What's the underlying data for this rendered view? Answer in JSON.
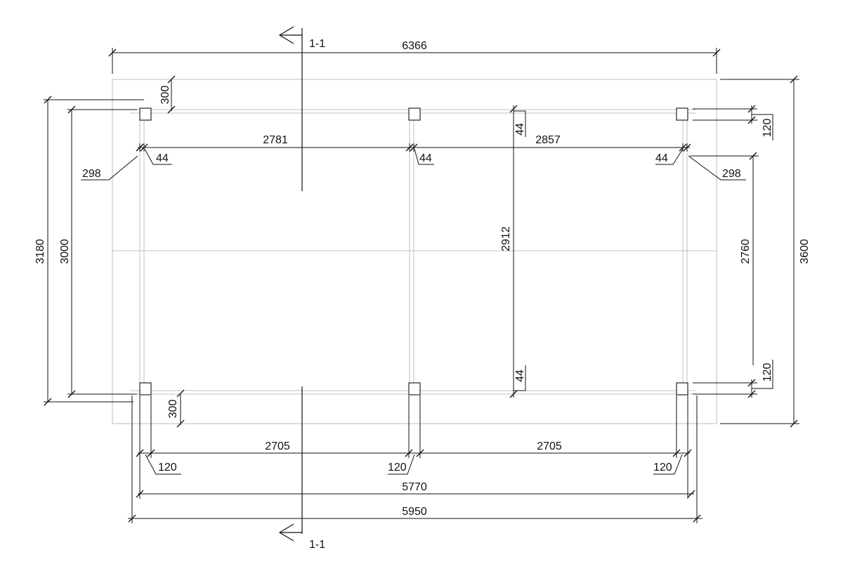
{
  "section": {
    "top_label": "1-1",
    "bottom_label": "1-1"
  },
  "dims": {
    "overall_width": "6366",
    "overall_height": "3600",
    "left_outer": "3180",
    "left_inner": "3000",
    "top_offset": "300",
    "bottom_offset": "300",
    "bay_top_left": "2781",
    "bay_top_right": "2857",
    "post_gap_left": "44",
    "post_gap_mid": "44",
    "post_gap_right": "44",
    "edge_left": "298",
    "edge_right": "298",
    "post_top_right": "120",
    "post_bottom_right": "120",
    "center_span": "2912",
    "center_gap_top": "44",
    "center_gap_bottom": "44",
    "right_inner": "2760",
    "bay_bottom_left": "2705",
    "bay_bottom_right": "2705",
    "post_bottom_a": "120",
    "post_bottom_b": "120",
    "post_bottom_c": "120",
    "axis_span": "5770",
    "frame_span": "5950"
  }
}
